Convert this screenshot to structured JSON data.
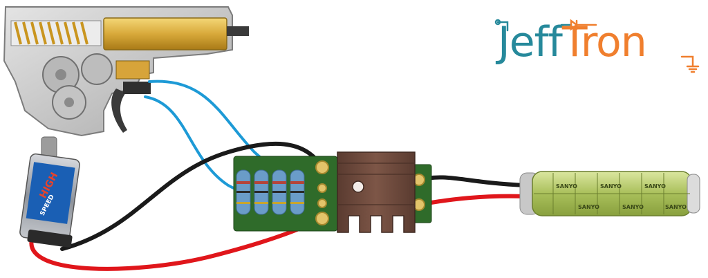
{
  "logo": {
    "part1": "Jeff",
    "part2": "Tron",
    "color1": "#26899b",
    "color2": "#f07f2e"
  },
  "motor": {
    "label": "HIGH",
    "sublabel": "SPEED",
    "color": "#e8432a"
  },
  "battery": {
    "cell_brand": "SANYO",
    "wrap_color": "#a9bf5a"
  },
  "wires": {
    "signal_color": "#1d9ad6",
    "positive_color": "#e0161b",
    "negative_color": "#1a1a1a"
  },
  "board": {
    "pcb_color": "#2f6b2a",
    "resistor_color": "#6a9cc8",
    "heatsink_color": "#6b4a3e"
  },
  "gearbox": {
    "piston_color": "#d9b13f",
    "spring_color": "#c9951f"
  }
}
